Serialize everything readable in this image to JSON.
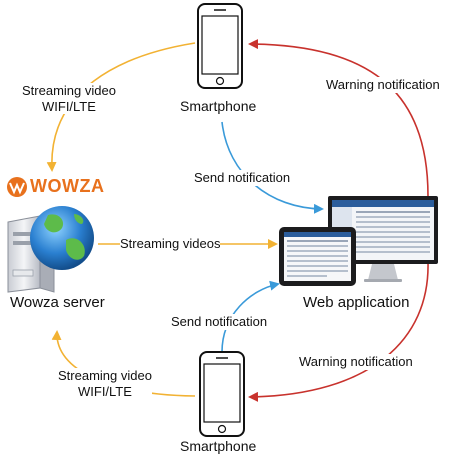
{
  "nodes": {
    "smartphone_top": "Smartphone",
    "smartphone_bottom": "Smartphone",
    "wowza_server": "Wowza server",
    "web_application": "Web application",
    "wowza_logo_text": "WOWZA"
  },
  "edges": {
    "top_streaming_line1": "Streaming video",
    "top_streaming_line2": "WIFI/LTE",
    "bottom_streaming_line1": "Streaming video",
    "bottom_streaming_line2": "WIFI/LTE",
    "streaming_videos": "Streaming videos",
    "send_notification_top": "Send notification",
    "send_notification_bottom": "Send notification",
    "warning_top": "Warning notification",
    "warning_bottom": "Warning notification"
  },
  "colors": {
    "orange_arrow": "#f2b233",
    "blue_arrow": "#3a9ad9",
    "red_arrow": "#c8322d",
    "wowza_orange": "#e8711d"
  }
}
